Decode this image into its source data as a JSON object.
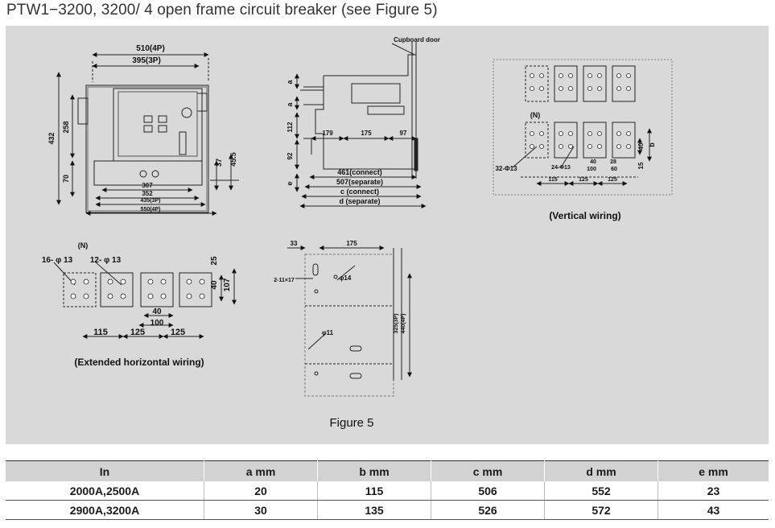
{
  "title": "PTW1−3200, 3200/ 4 open frame circuit breaker (see Figure 5)",
  "figure": {
    "caption": "Figure 5",
    "front_view": {
      "dims": [
        "510(4P)",
        "395(3P)",
        "432",
        "258",
        "70",
        "307",
        "352",
        "435(3P)",
        "550(4P)",
        "37",
        "45.5"
      ]
    },
    "side_view": {
      "door_label": "Cupboard door",
      "dims": [
        "a",
        "a",
        "112",
        "92",
        "e",
        "179",
        "175",
        "97",
        "461(connect)",
        "507(separate)",
        "c  (connect)",
        "d  (separate)"
      ]
    },
    "vertical_wiring": {
      "label": "(Vertical wiring)",
      "n_label": "(N)",
      "dims": [
        "32-Φ13",
        "24-Φ13",
        "40",
        "b",
        "15",
        "40",
        "28",
        "100",
        "60",
        "115",
        "125",
        "125"
      ]
    },
    "horizontal_wiring": {
      "label": "(Extended horizontal wiring)",
      "n_label": "(N)",
      "dims": [
        "16- φ 13",
        "12- φ 13",
        "25",
        "40",
        "107",
        "40",
        "100",
        "115",
        "125",
        "125"
      ]
    },
    "mounting_view": {
      "dims": [
        "33",
        "175",
        "2-11×17",
        "φ14",
        "φ11",
        "325(3P)",
        "440(4P)"
      ]
    }
  },
  "table": {
    "headers": [
      "In",
      "a mm",
      "b mm",
      "c mm",
      "d mm",
      "e mm"
    ],
    "rows": [
      [
        "2000A,2500A",
        "20",
        "115",
        "506",
        "552",
        "23"
      ],
      [
        "2900A,3200A",
        "30",
        "135",
        "526",
        "572",
        "43"
      ]
    ]
  }
}
